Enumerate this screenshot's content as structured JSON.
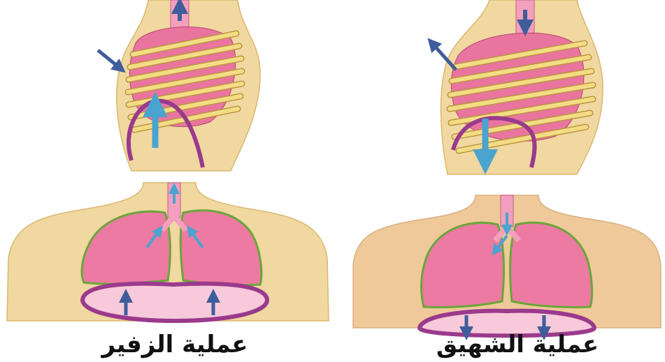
{
  "captions": {
    "exhalation": "عملية الزفير",
    "inhalation": "عملية الشهيق"
  },
  "colors": {
    "skin": "#f1d7a0",
    "skin_inhale": "#efc99a",
    "lung": "#ec7aa2",
    "lung_outline": "#6aa63a",
    "diaphragm": "#9a3a8c",
    "rib": "#f4dc84",
    "rib_edge": "#b89440",
    "arrow": "#4aa4cf",
    "arrow_dark": "#3f5d9a",
    "trachea": "#f2a0bd"
  },
  "panels": [
    {
      "name": "exhalation-side-view",
      "process": "exhalation"
    },
    {
      "name": "inhalation-side-view",
      "process": "inhalation"
    },
    {
      "name": "exhalation-front-view",
      "process": "exhalation"
    },
    {
      "name": "inhalation-front-view",
      "process": "inhalation"
    }
  ]
}
